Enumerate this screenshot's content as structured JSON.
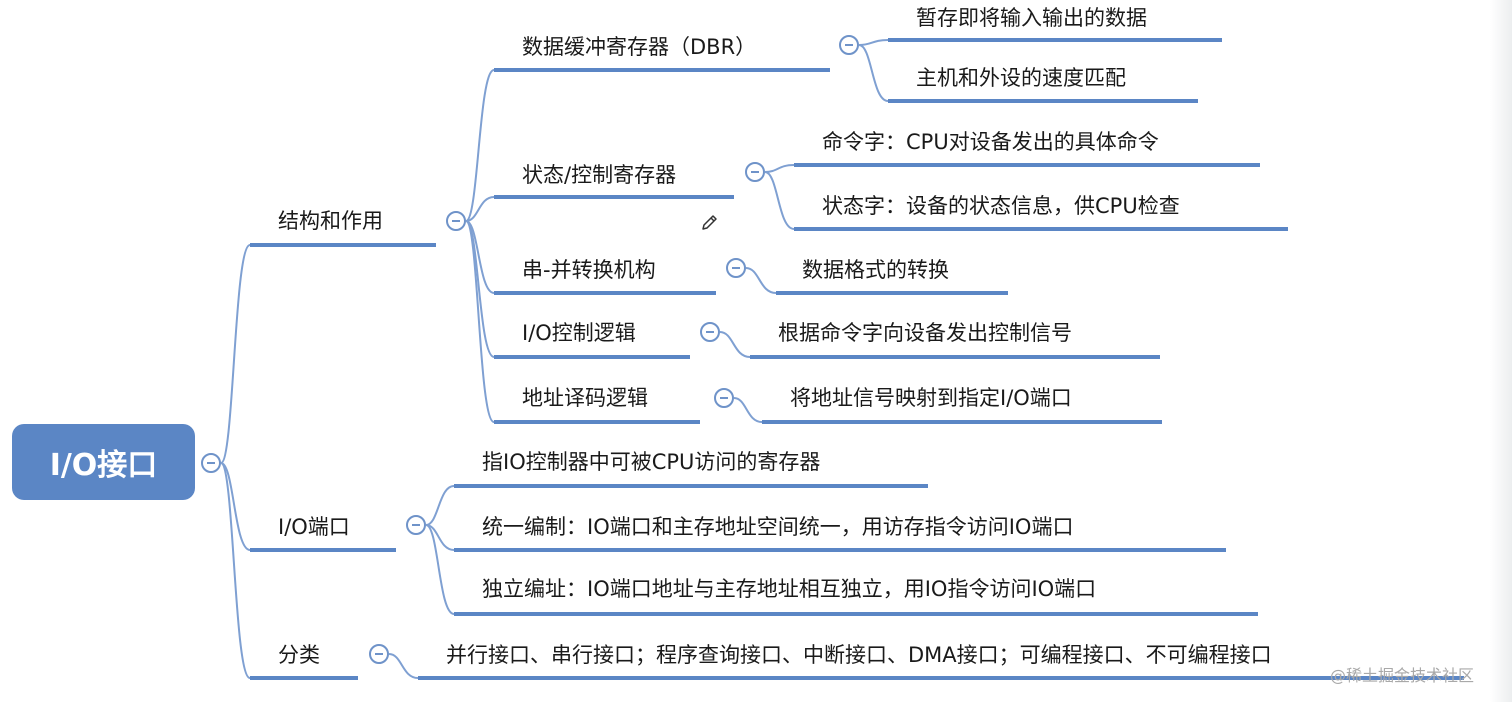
{
  "root": {
    "label": "I/O接口"
  },
  "branches": [
    {
      "label": "结构和作用",
      "children": [
        {
          "label": "数据缓冲寄存器（DBR）",
          "details": [
            "暂存即将输入输出的数据",
            "主机和外设的速度匹配"
          ]
        },
        {
          "label": "状态/控制寄存器",
          "details": [
            "命令字：CPU对设备发出的具体命令",
            "状态字：设备的状态信息，供CPU检查"
          ]
        },
        {
          "label": "串-并转换机构",
          "details": [
            "数据格式的转换"
          ]
        },
        {
          "label": "I/O控制逻辑",
          "details": [
            "根据命令字向设备发出控制信号"
          ]
        },
        {
          "label": "地址译码逻辑",
          "details": [
            "将地址信号映射到指定I/O端口"
          ]
        }
      ]
    },
    {
      "label": "I/O端口",
      "details": [
        "指IO控制器中可被CPU访问的寄存器",
        "统一编制：IO端口和主存地址空间统一，用访存指令访问IO端口",
        "独立编址：IO端口地址与主存地址相互独立，用IO指令访问IO端口"
      ]
    },
    {
      "label": "分类",
      "details": [
        "并行接口、串行接口；程序查询接口、中断接口、DMA接口；可编程接口、不可编程接口"
      ]
    }
  ],
  "watermark": "@稀土掘金技术社区",
  "colors": {
    "accent": "#5b86c5",
    "line": "#7fa0d2",
    "text": "#1a1a1a"
  },
  "icons": {
    "fold": "collapse-circle-icon",
    "cursor": "pencil-icon"
  }
}
